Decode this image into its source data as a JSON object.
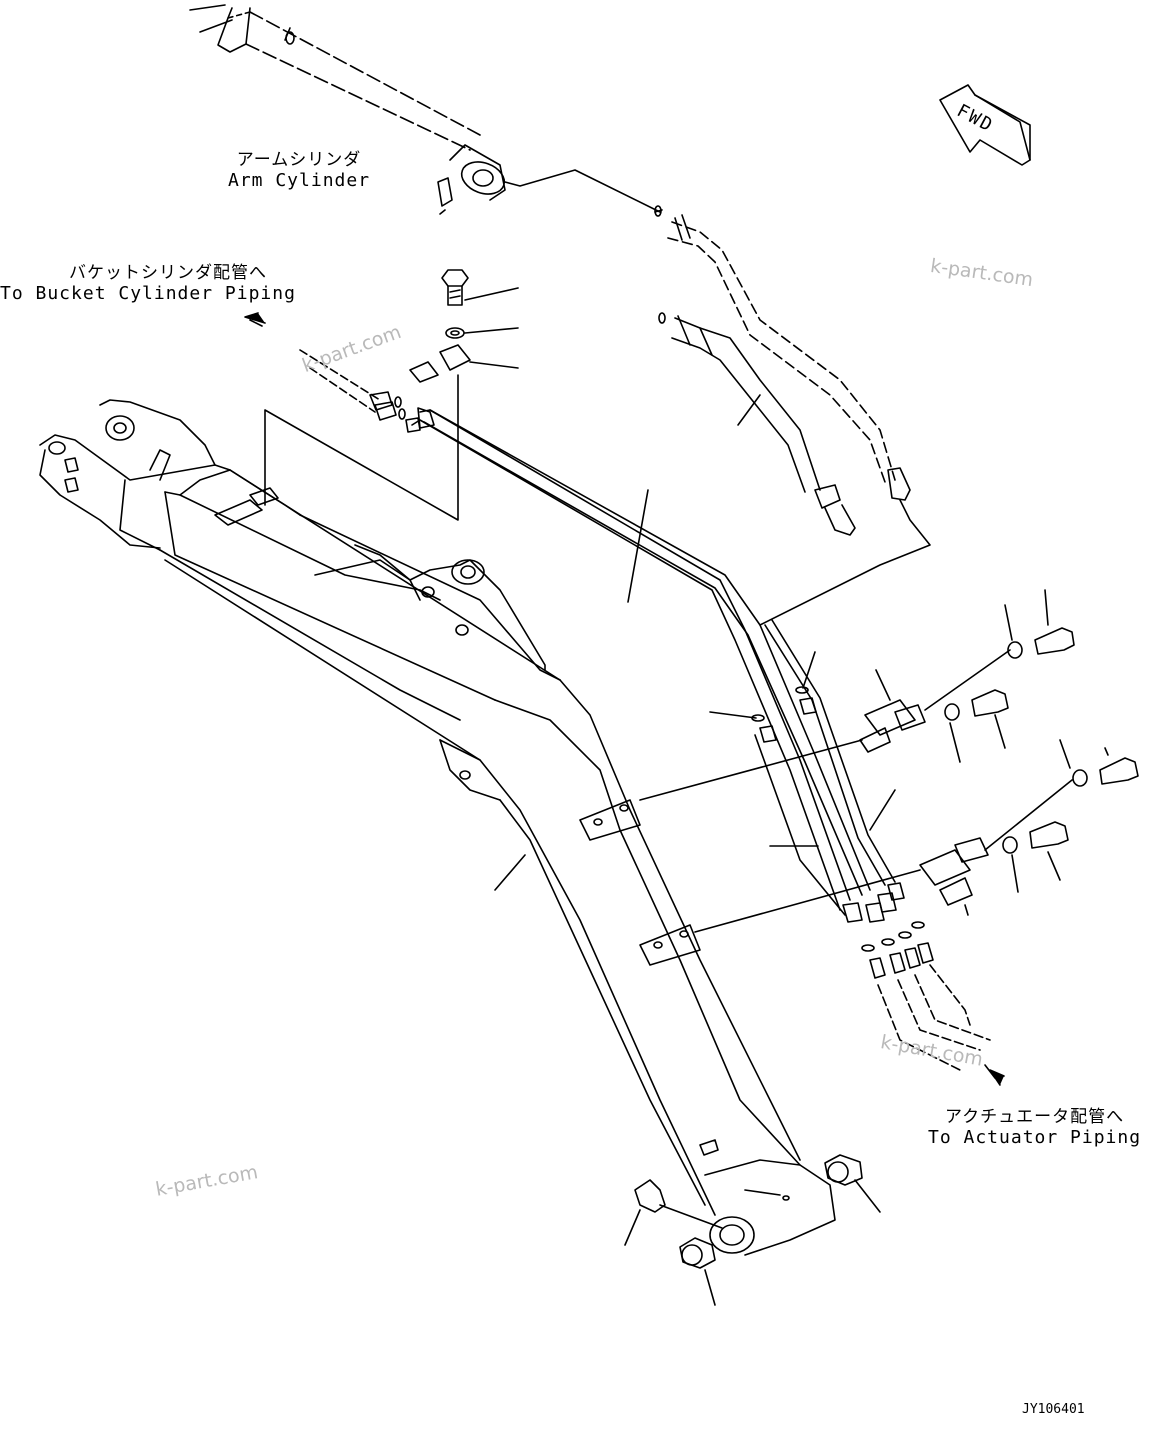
{
  "labels": {
    "arm_cylinder": {
      "jp": "アームシリンダ",
      "en": "Arm Cylinder"
    },
    "bucket_piping": {
      "jp": "バケットシリンダ配管へ",
      "en": "To Bucket Cylinder Piping"
    },
    "actuator_piping": {
      "jp": "アクチュエータ配管へ",
      "en": "To Actuator Piping"
    }
  },
  "fwd_marker": "FWD",
  "watermarks": [
    "k-part.com",
    "k-part.com",
    "k-part.com",
    "k-part.com"
  ],
  "drawing_code": "JY106401",
  "colors": {
    "line": "#000000",
    "watermark": "#b9b9b9",
    "background": "#ffffff"
  }
}
